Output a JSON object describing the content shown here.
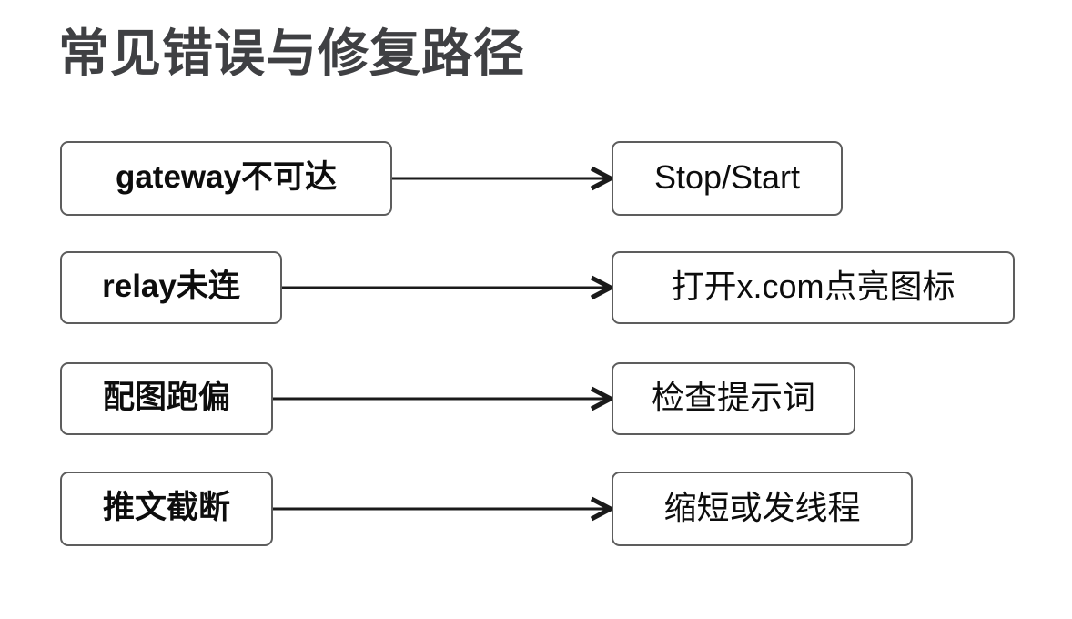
{
  "slide": {
    "title": "常见错误与修复路径",
    "background_color": "#ffffff",
    "title_color": "#3f4043",
    "box_border_color": "#5d5d5d",
    "arrow_color": "#1a1a1a"
  },
  "rows": [
    {
      "problem": "gateway不可达",
      "fix": "Stop/Start",
      "arrow": "arrow-right"
    },
    {
      "problem": "relay未连",
      "fix": "打开x.com点亮图标",
      "arrow": "arrow-right"
    },
    {
      "problem": "配图跑偏",
      "fix": "检查提示词",
      "arrow": "arrow-right"
    },
    {
      "problem": "推文截断",
      "fix": "缩短或发线程",
      "arrow": "arrow-right"
    }
  ]
}
